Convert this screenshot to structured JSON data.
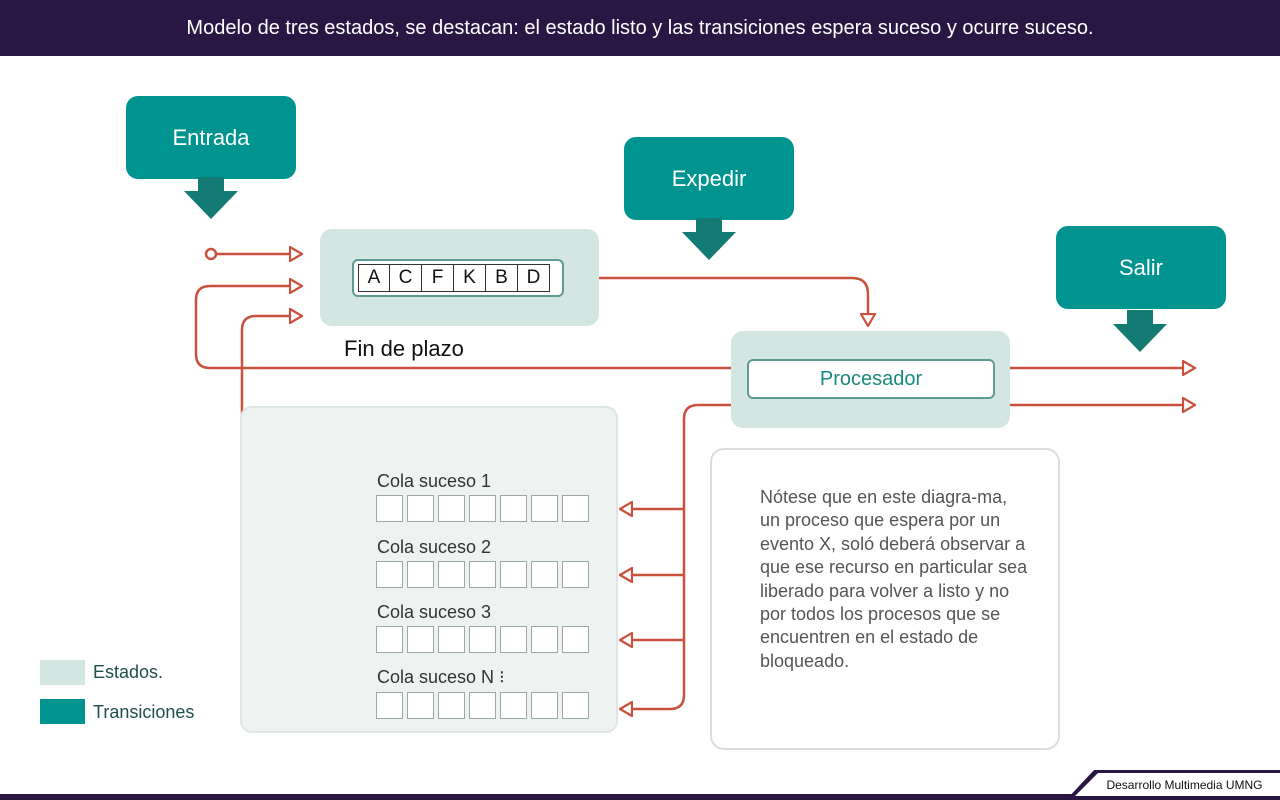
{
  "header": {
    "title": "Modelo de tres estados, se destacan: el estado listo y las transiciones espera suceso y ocurre suceso."
  },
  "transitions": {
    "entrada": "Entrada",
    "expedir": "Expedir",
    "salir": "Salir"
  },
  "listo": {
    "queue": [
      "A",
      "C",
      "F",
      "K",
      "B",
      "D"
    ],
    "timeout_label": "Fin de plazo"
  },
  "procesador": {
    "label": "Procesador"
  },
  "bloqueado": {
    "queues": [
      "Cola suceso 1",
      "Cola suceso 2",
      "Cola suceso 3",
      "Cola suceso N ⁝"
    ]
  },
  "note": {
    "text": "Nótese que en este diagra-ma, un proceso que espera por un evento X, soló deberá observar a que ese recurso en particular sea liberado para volver a listo y no por todos los procesos que se encuentren en el estado de bloqueado."
  },
  "legend": {
    "states": "Estados.",
    "transitions": "Transiciones"
  },
  "footer": {
    "credit": "Desarrollo Multimedia UMNG"
  },
  "colors": {
    "header": "#2a1643",
    "transition": "#009490",
    "transition_arrow": "#137a74",
    "state": "#d3e6e1",
    "flow": "#c9513d"
  }
}
